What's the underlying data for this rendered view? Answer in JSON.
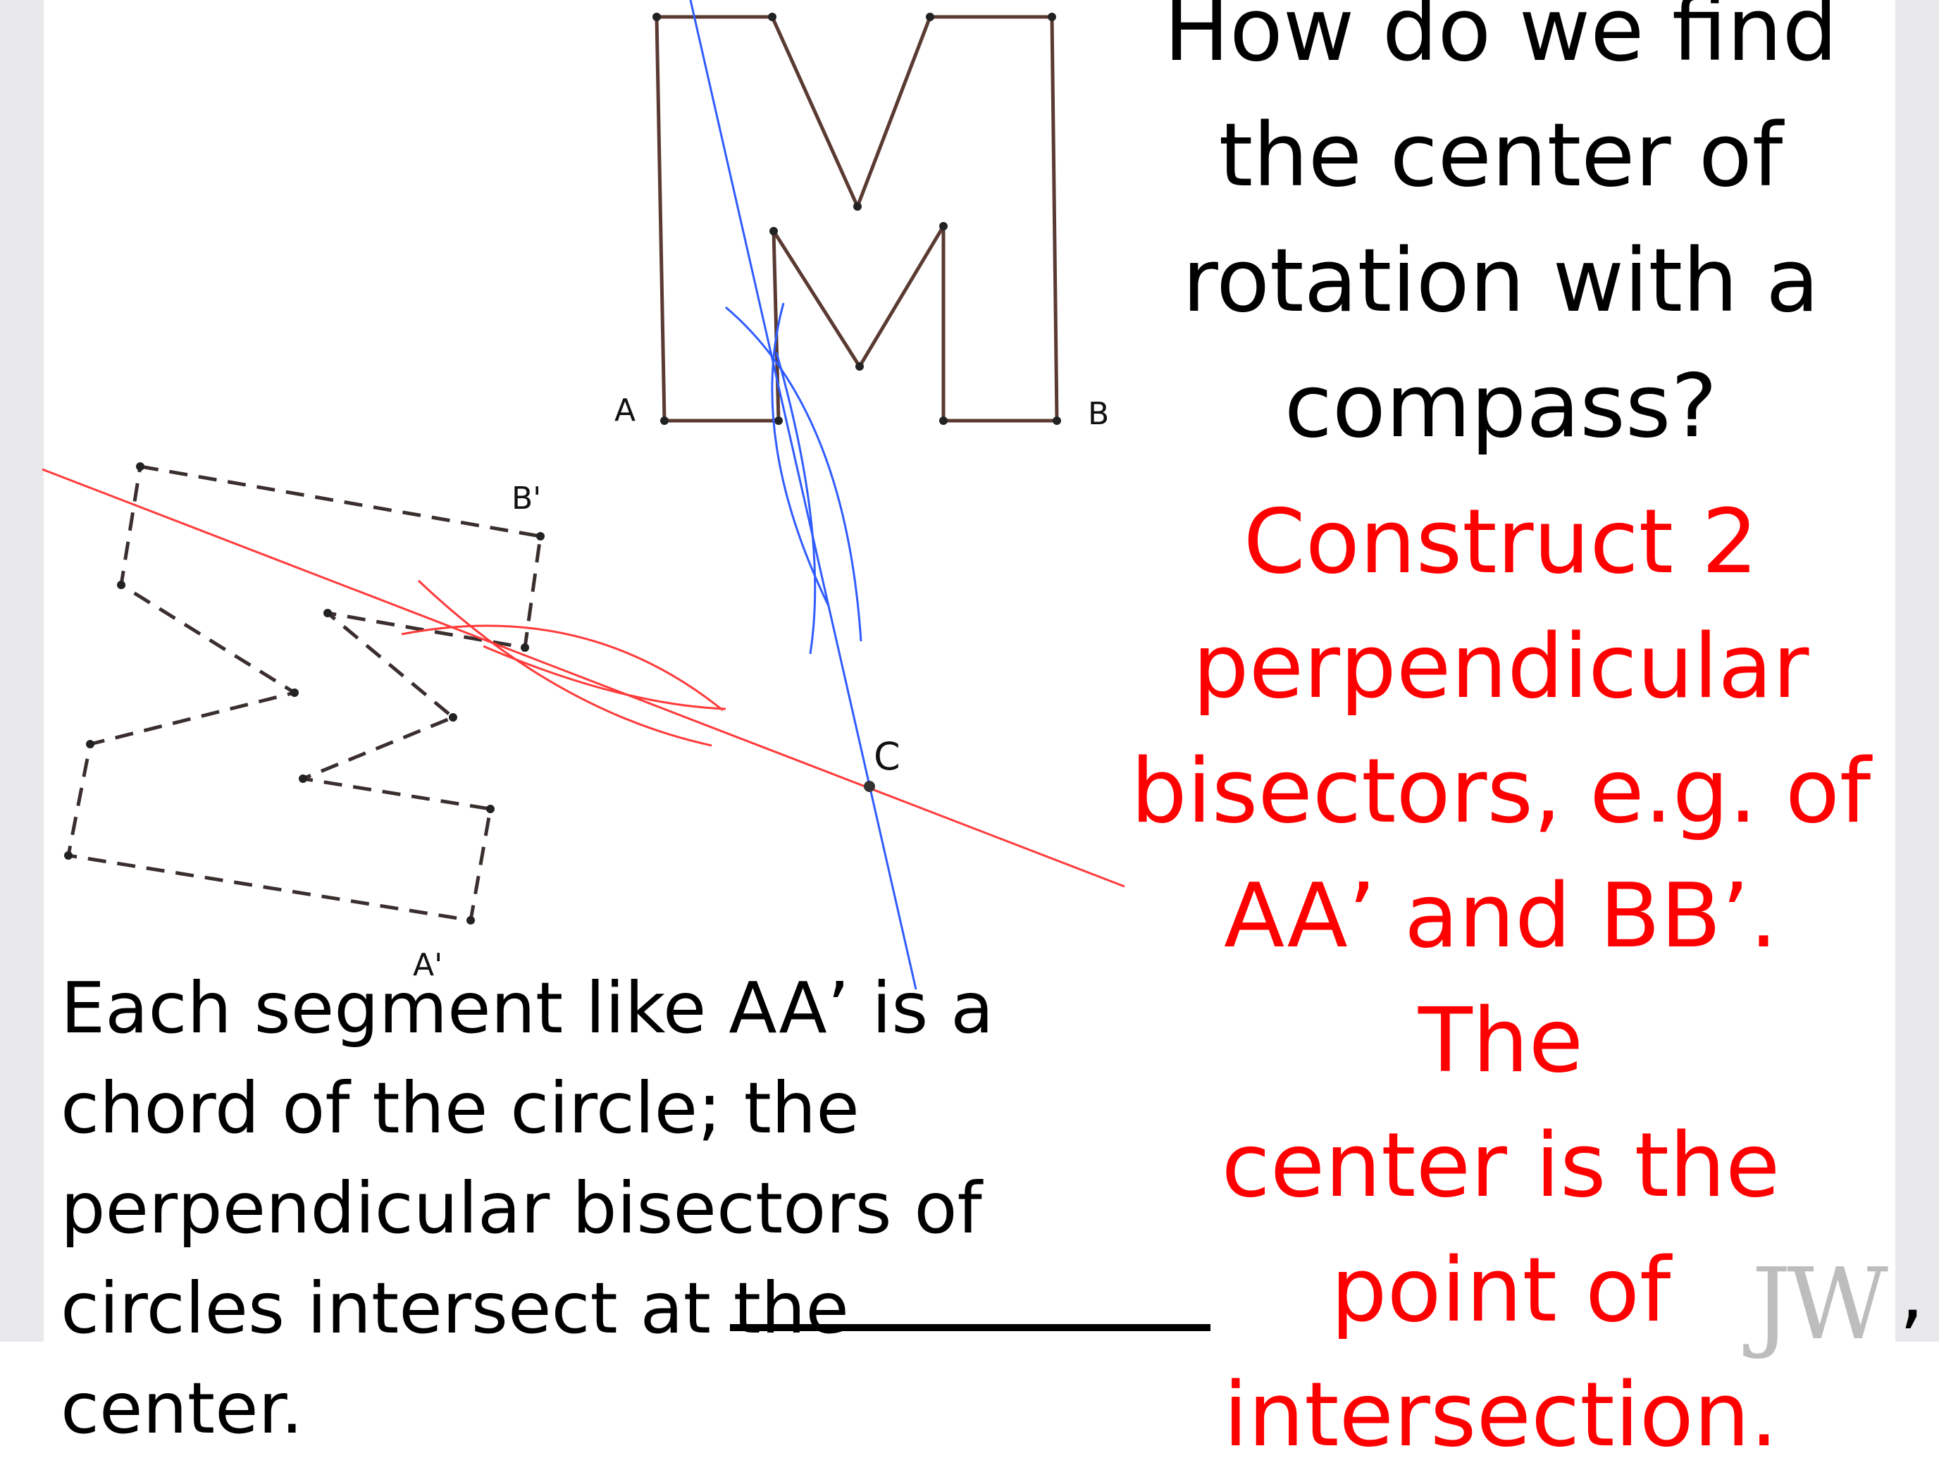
{
  "title_lines": [
    "How do we find",
    "the center of",
    "rotation with a",
    "compass?"
  ],
  "red_lines": [
    "Construct 2",
    "perpendicular",
    "bisectors, e.g. of",
    "AA’ and BB’.  The",
    "center is the",
    "point of",
    "intersection."
  ],
  "black_lines": [
    "Each segment like AA’ is a",
    "chord of the circle; the",
    "perpendicular bisectors of",
    "circles intersect at the center."
  ],
  "labels": {
    "A": "A",
    "B": "B",
    "A_prime": "A'",
    "B_prime": "B'",
    "C": "C"
  },
  "watermark": "JW",
  "trailing_mark": ",",
  "colors": {
    "original_figure": "#5a3a32",
    "image_figure": "#3a2e2e",
    "bisector_aa": "#ff3b3b",
    "bisector_bb": "#2f5cff",
    "title": "#000000",
    "red_text": "#ff0000",
    "watermark": "#bdbdbd"
  }
}
